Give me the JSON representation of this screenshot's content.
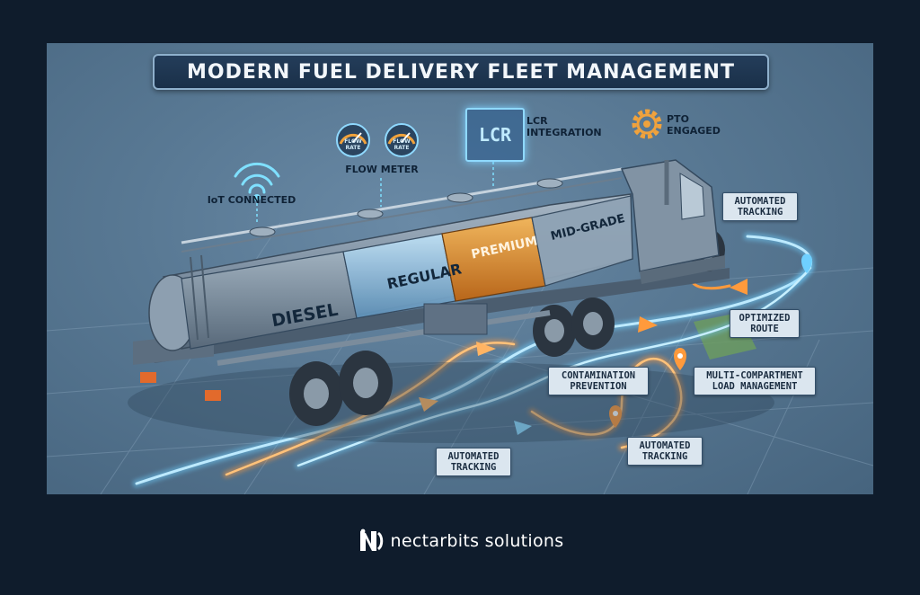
{
  "title": "MODERN FUEL DELIVERY FLEET MANAGEMENT",
  "labels": {
    "iot": "IoT CONNECTED",
    "flow_meter": "FLOW METER",
    "gauge1": "FLOW\nRATE",
    "gauge2": "FLOW\nRATE",
    "lcr_screen": "LCR",
    "lcr": "LCR\nINTEGRATION",
    "pto": "PTO\nENGAGED"
  },
  "compartments": [
    "DIESEL",
    "REGULAR",
    "PREMIUM",
    "MID-GRADE"
  ],
  "callouts": {
    "tracking_top": "AUTOMATED\nTRACKING",
    "optimized": "OPTIMIZED\nROUTE",
    "contamination": "CONTAMINATION\nPREVENTION",
    "multi": "MULTI-COMPARTMENT\nLOAD MANAGEMENT",
    "tracking_left": "AUTOMATED\nTRACKING",
    "tracking_bottom": "AUTOMATED\nTRACKING"
  },
  "brand": {
    "name": "nectarbits solutions"
  },
  "colors": {
    "background": "#0f1c2c",
    "panel": "#587893",
    "route_blue": "#6fd0ff",
    "route_orange": "#ff9a3c",
    "premium": "#d9882c",
    "regular": "#7fb2d8"
  }
}
